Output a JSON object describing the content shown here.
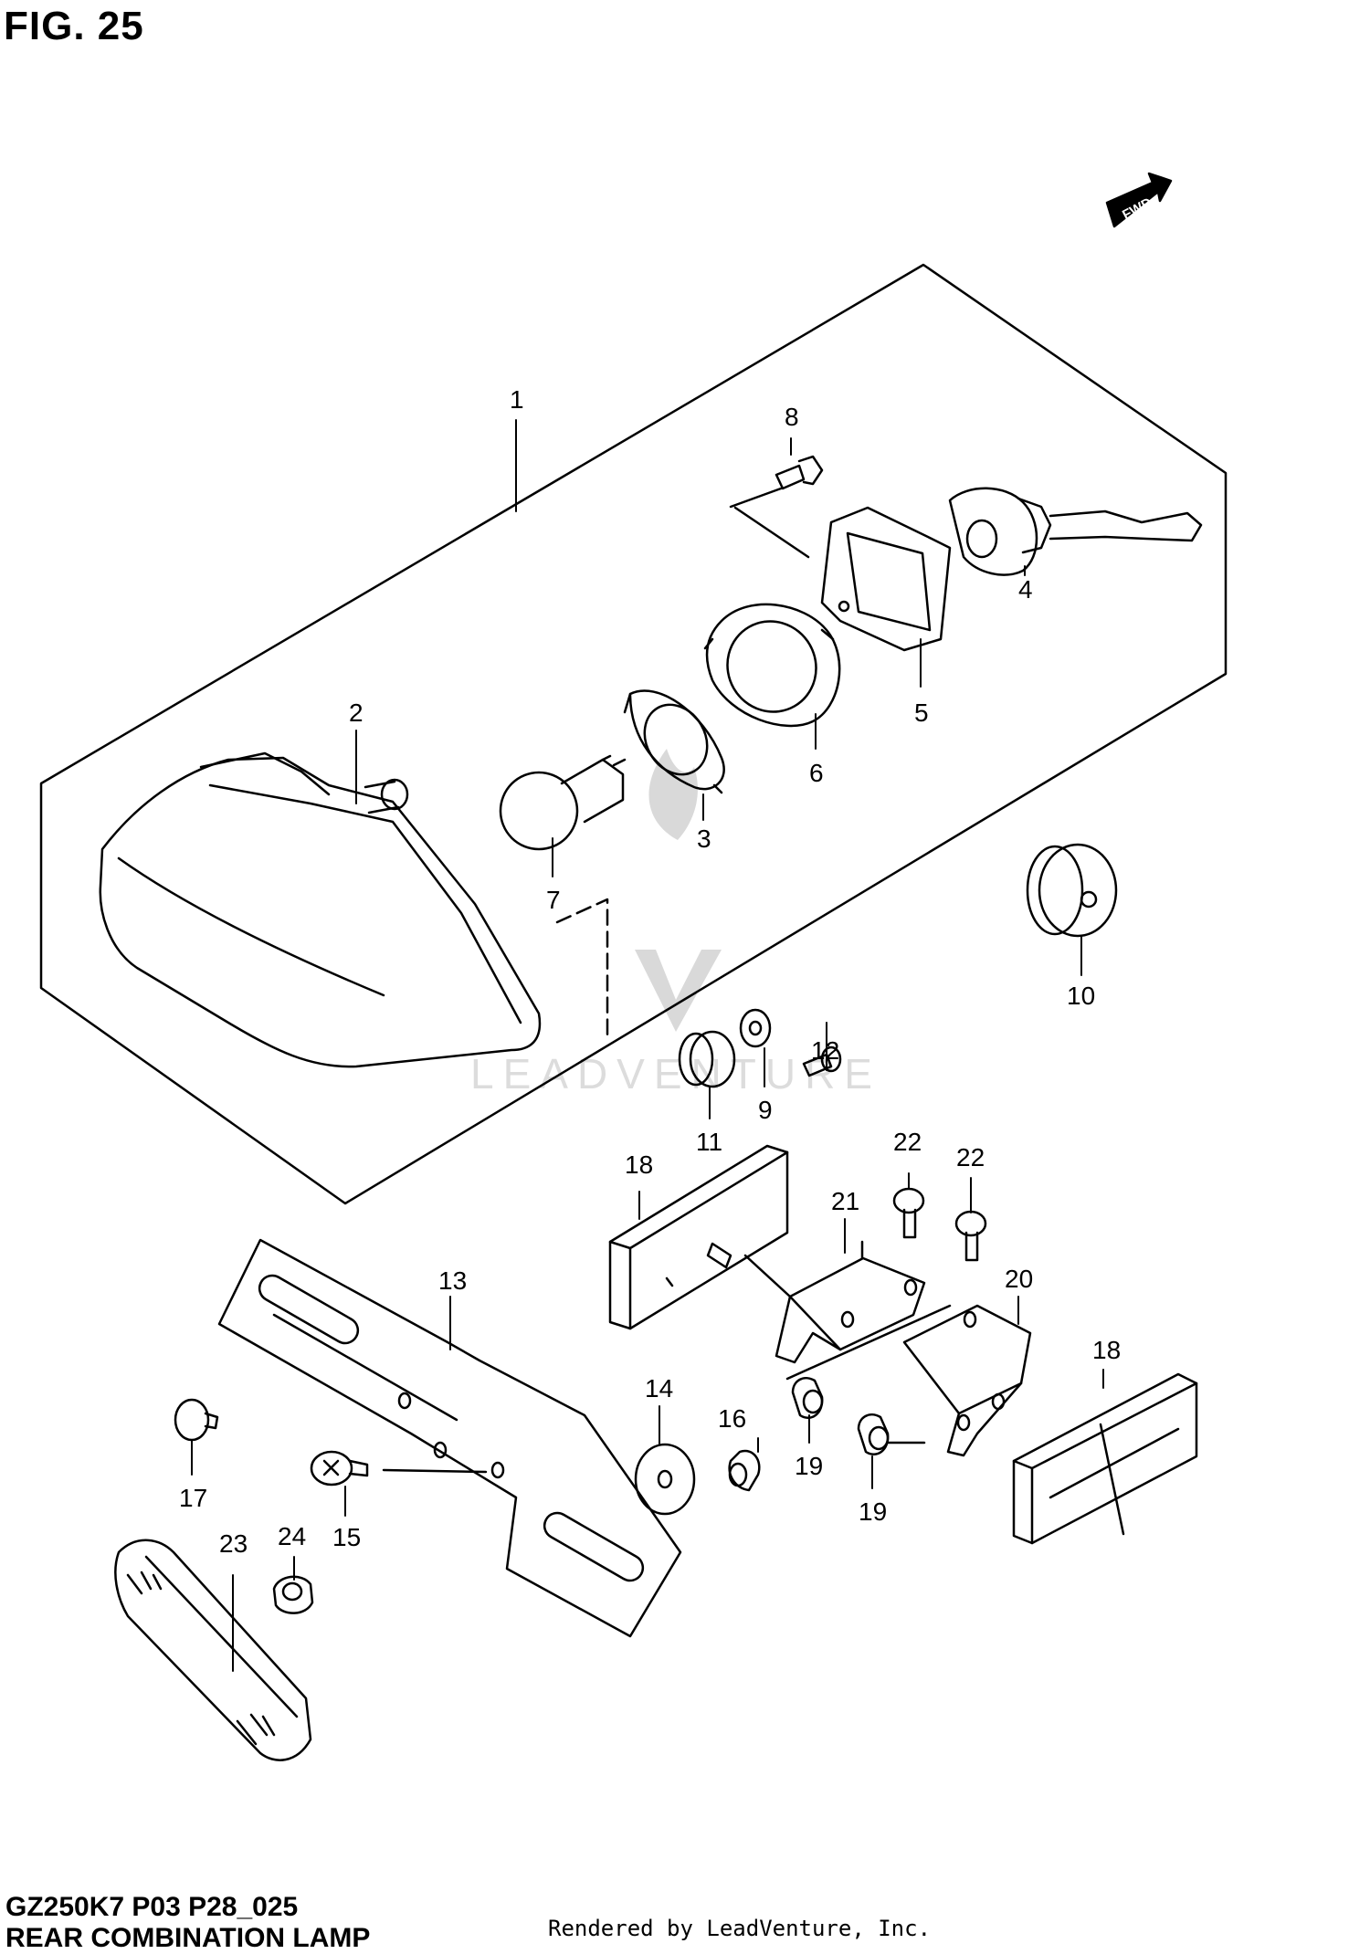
{
  "figure": {
    "title": "FIG. 25",
    "direction_marker": "FWD",
    "model_code": "GZ250K7 P03 P28_025",
    "assembly_name": "REAR COMBINATION LAMP",
    "rendered_by": "Rendered by LeadVenture, Inc.",
    "watermark": "LEADVENTURE"
  },
  "callouts": [
    {
      "id": "c1",
      "label": "1"
    },
    {
      "id": "c2",
      "label": "2"
    },
    {
      "id": "c3",
      "label": "3"
    },
    {
      "id": "c4",
      "label": "4"
    },
    {
      "id": "c5",
      "label": "5"
    },
    {
      "id": "c6",
      "label": "6"
    },
    {
      "id": "c7",
      "label": "7"
    },
    {
      "id": "c8",
      "label": "8"
    },
    {
      "id": "c9",
      "label": "9"
    },
    {
      "id": "c10",
      "label": "10"
    },
    {
      "id": "c11",
      "label": "11"
    },
    {
      "id": "c12",
      "label": "12"
    },
    {
      "id": "c13",
      "label": "13"
    },
    {
      "id": "c14",
      "label": "14"
    },
    {
      "id": "c15",
      "label": "15"
    },
    {
      "id": "c16",
      "label": "16"
    },
    {
      "id": "c17",
      "label": "17"
    },
    {
      "id": "c18a",
      "label": "18"
    },
    {
      "id": "c18b",
      "label": "18"
    },
    {
      "id": "c19a",
      "label": "19"
    },
    {
      "id": "c19b",
      "label": "19"
    },
    {
      "id": "c20",
      "label": "20"
    },
    {
      "id": "c21",
      "label": "21"
    },
    {
      "id": "c22a",
      "label": "22"
    },
    {
      "id": "c22b",
      "label": "22"
    },
    {
      "id": "c23",
      "label": "23"
    },
    {
      "id": "c24",
      "label": "24"
    }
  ]
}
